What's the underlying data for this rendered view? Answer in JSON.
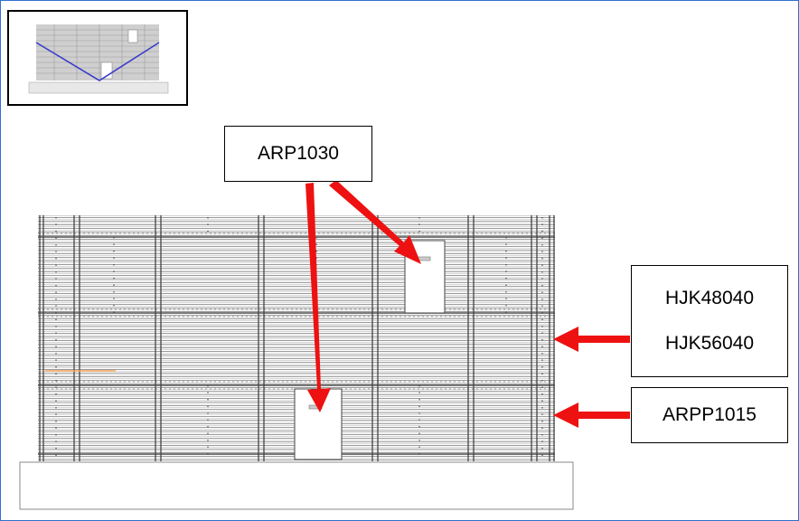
{
  "labels": {
    "top": "ARP1030",
    "right_upper_line1": "HJK48040",
    "right_upper_line2": "HJK56040",
    "right_lower": "ARPP1015"
  },
  "colors": {
    "frame_border": "#2f6fd0",
    "arrow": "#ee1111",
    "panel_line": "#9a9a9a",
    "thumbnail_lines": "#3a3acc",
    "highlight_line": "#f0a050"
  },
  "icons": {
    "thumbnail": "tank-thumbnail-icon",
    "arrows": "arrow-icon"
  }
}
